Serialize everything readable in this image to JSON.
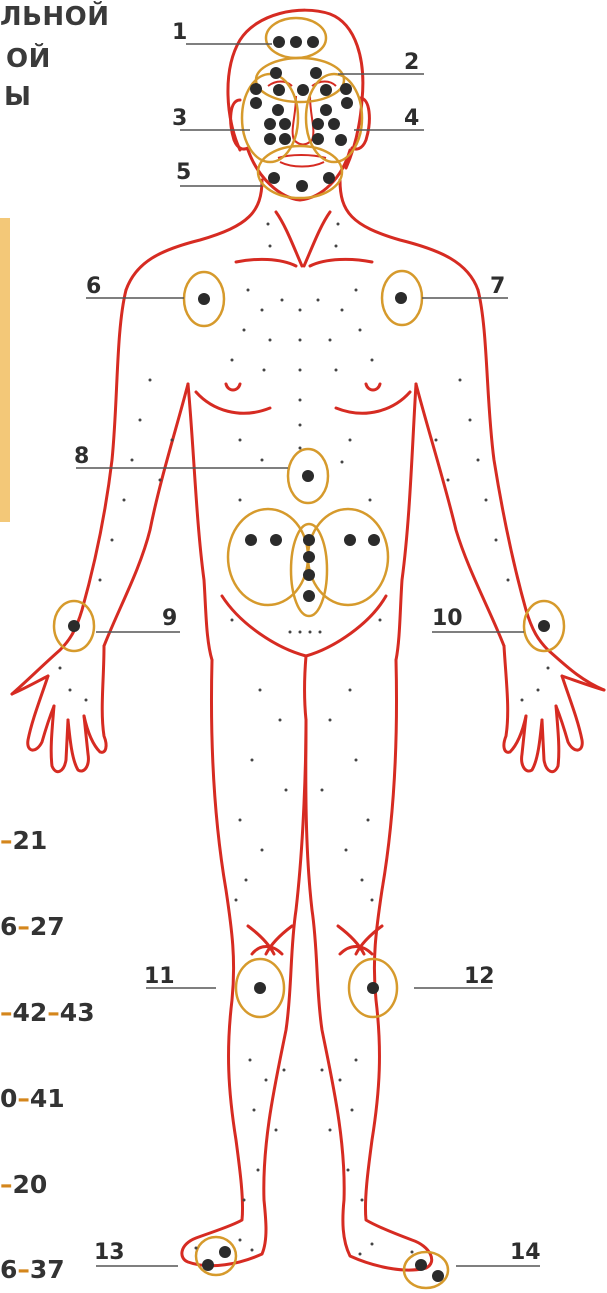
{
  "title_fragments": [
    "ЛЬНОЙ",
    "ОЙ",
    "Ы"
  ],
  "callouts": [
    "1",
    "2",
    "3",
    "4",
    "5",
    "6",
    "7",
    "8",
    "9",
    "10",
    "11",
    "12",
    "13",
    "14"
  ],
  "side_sequences": [
    [
      "21"
    ],
    [
      "6",
      "27"
    ],
    [
      "42",
      "43"
    ],
    [
      "0",
      "41"
    ],
    [
      "20"
    ],
    [
      "6",
      "37"
    ]
  ],
  "colors": {
    "outline": "#d62b22",
    "zone": "#d69a2c",
    "point": "#2b2b2b",
    "accent_bar": "#f3c878",
    "dash": "#d4861c"
  }
}
